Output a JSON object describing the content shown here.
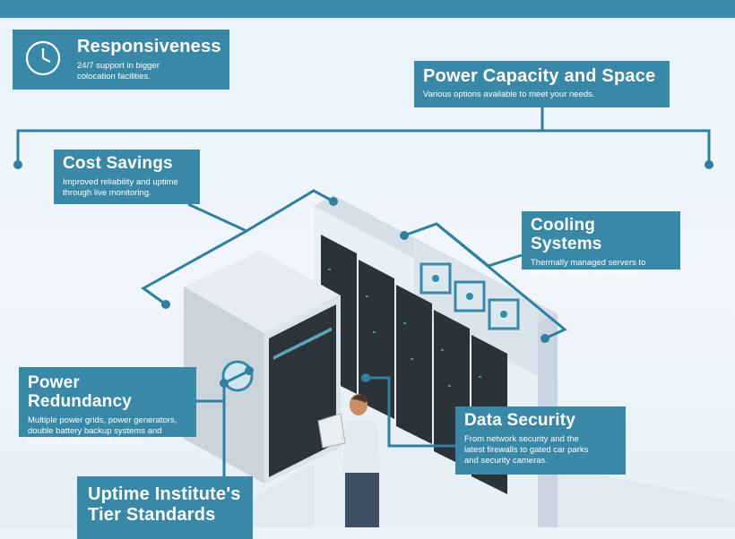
{
  "colors": {
    "top_bar": "#3b8bab",
    "card": "#3a88a8",
    "connector": "#2f7f9f",
    "background": "#eaf3fb"
  },
  "cards": {
    "responsiveness": {
      "title": "Responsiveness",
      "desc": "24/7 support in bigger\ncolocation facilities.",
      "icon": "clock-icon"
    },
    "power_capacity": {
      "title": "Power Capacity and Space",
      "desc": "Various options available to meet your needs."
    },
    "cost_savings": {
      "title": "Cost Savings",
      "desc": "Improved reliability and uptime\nthrough live monitoring."
    },
    "cooling": {
      "title": "Cooling Systems",
      "desc": "Thermally managed servers to\nprovide optimal performance."
    },
    "redundancy": {
      "title": "Power Redundancy",
      "desc": "Multiple power grids, power generators,\ndouble battery backup systems and\nexcellent maintenance practice."
    },
    "security": {
      "title": "Data Security",
      "desc": "From network security and the\nlatest firewalls to gated car parks\nand security cameras."
    },
    "uptime": {
      "title": "Uptime Institute's\nTier Standards"
    }
  }
}
